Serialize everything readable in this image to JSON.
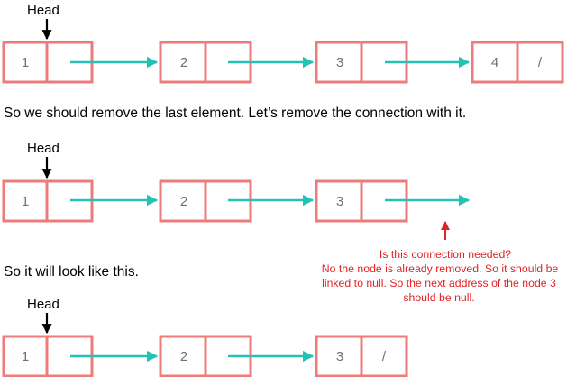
{
  "colors": {
    "node_border": "#ee7b7b",
    "arrow": "#25c2b4",
    "pointer": "#000000",
    "annotation": "#e02424",
    "value_text": "#707070"
  },
  "rows": [
    {
      "head_label": "Head",
      "nodes": [
        {
          "value": "1",
          "next": ""
        },
        {
          "value": "2",
          "next": ""
        },
        {
          "value": "3",
          "next": ""
        },
        {
          "value": "4",
          "next": "/"
        }
      ]
    },
    {
      "head_label": "Head",
      "nodes": [
        {
          "value": "1",
          "next": ""
        },
        {
          "value": "2",
          "next": ""
        },
        {
          "value": "3",
          "next": ""
        }
      ]
    },
    {
      "head_label": "Head",
      "nodes": [
        {
          "value": "1",
          "next": ""
        },
        {
          "value": "2",
          "next": ""
        },
        {
          "value": "3",
          "next": "/"
        }
      ]
    }
  ],
  "captions": {
    "remove_last": "So we should remove the last element. Let’s remove the connection with it.",
    "look_like": "So it will look like this."
  },
  "annotation": {
    "lines": [
      "Is this connection needed?",
      "No the node is already removed. So it should be",
      "linked to null. So the next address of the node 3",
      "should be null."
    ]
  }
}
